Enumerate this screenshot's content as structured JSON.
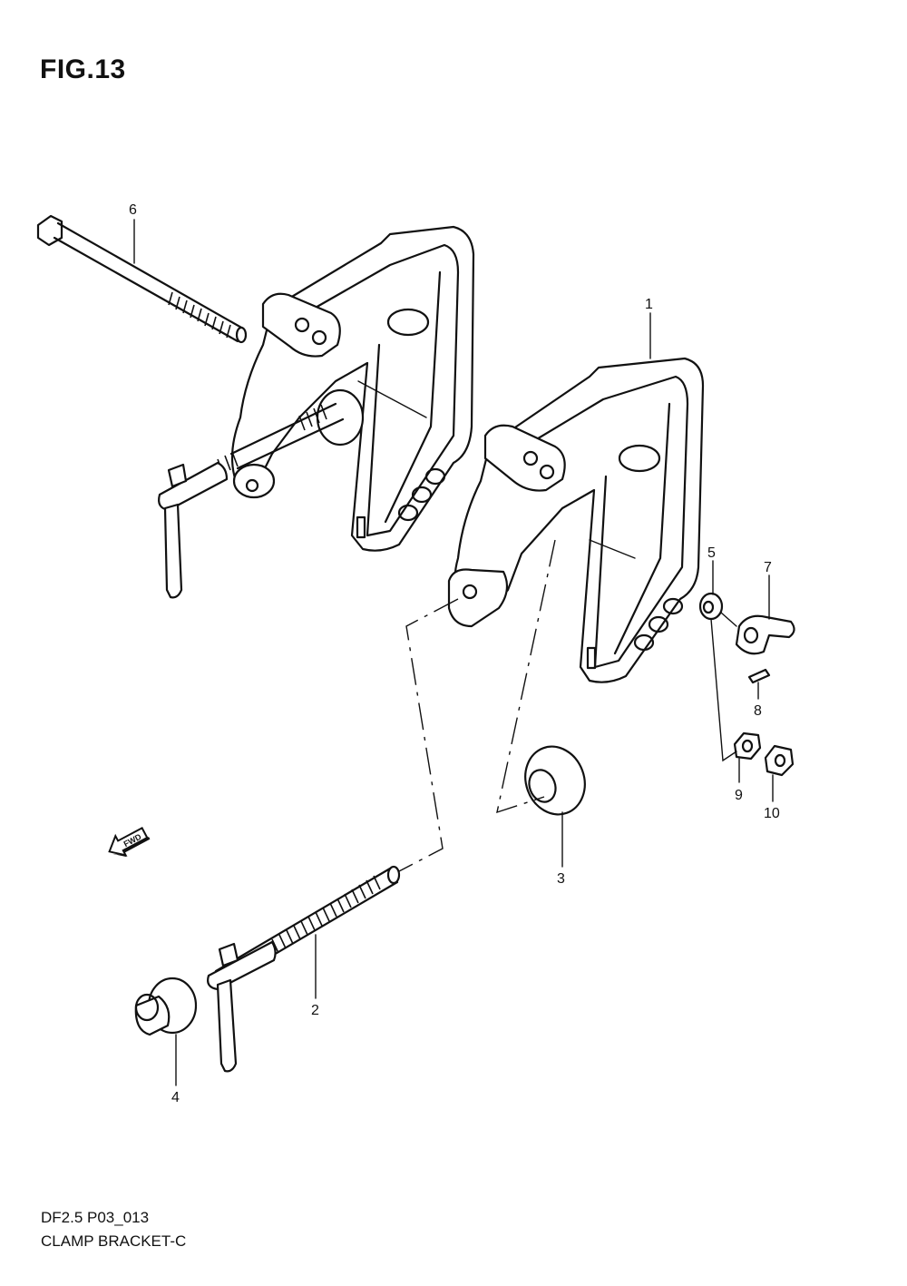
{
  "figure": {
    "title": "FIG.13",
    "code": "DF2.5 P03_013",
    "name": "CLAMP BRACKET-C"
  },
  "callouts": [
    {
      "id": "1",
      "text": "1"
    },
    {
      "id": "2",
      "text": "2"
    },
    {
      "id": "3",
      "text": "3"
    },
    {
      "id": "4",
      "text": "4"
    },
    {
      "id": "5",
      "text": "5"
    },
    {
      "id": "6",
      "text": "6"
    },
    {
      "id": "7",
      "text": "7"
    },
    {
      "id": "8",
      "text": "8"
    },
    {
      "id": "9",
      "text": "9"
    },
    {
      "id": "10",
      "text": "10"
    }
  ],
  "fwd_arrow": {
    "text": "FWD",
    "icon": "fwd-arrow-icon"
  }
}
